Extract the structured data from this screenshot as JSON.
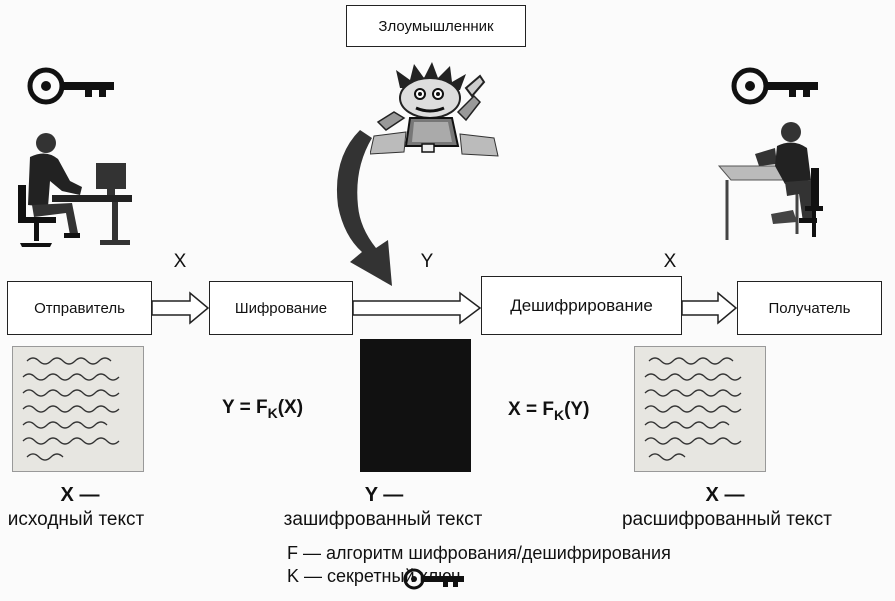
{
  "attacker": {
    "label": "Злоумышленник"
  },
  "flow": {
    "sender": "Отправитель",
    "encryption": "Шифрование",
    "decryption": "Дешифрирование",
    "receiver": "Получатель",
    "arrow1_label": "X",
    "arrow2_label": "Y",
    "arrow3_label": "X"
  },
  "formulas": {
    "encrypt": {
      "lhs": "Y = F",
      "sub": "K",
      "rhs": "(X)"
    },
    "decrypt": {
      "lhs": "X = F",
      "sub": "K",
      "rhs": "(Y)"
    }
  },
  "captions": {
    "source_var": "X —",
    "source_text": "исходный текст",
    "cipher_var": "Y —",
    "cipher_text": "зашифрованный текст",
    "decrypted_var": "X —",
    "decrypted_text": "расшифрованный текст"
  },
  "legend": {
    "line1": "F — алгоритм шифрования/дешифрирования",
    "line2": "K — секретный ключ"
  },
  "icons": {
    "sender_key": "key-icon",
    "receiver_key": "key-icon",
    "legend_key": "key-icon",
    "sender": "person-at-computer-icon",
    "receiver": "person-at-desk-icon",
    "attacker": "hacker-at-laptop-icon"
  },
  "colors": {
    "line": "#222222",
    "cipher_block": "#111111",
    "paper": "#e7e6e1"
  }
}
